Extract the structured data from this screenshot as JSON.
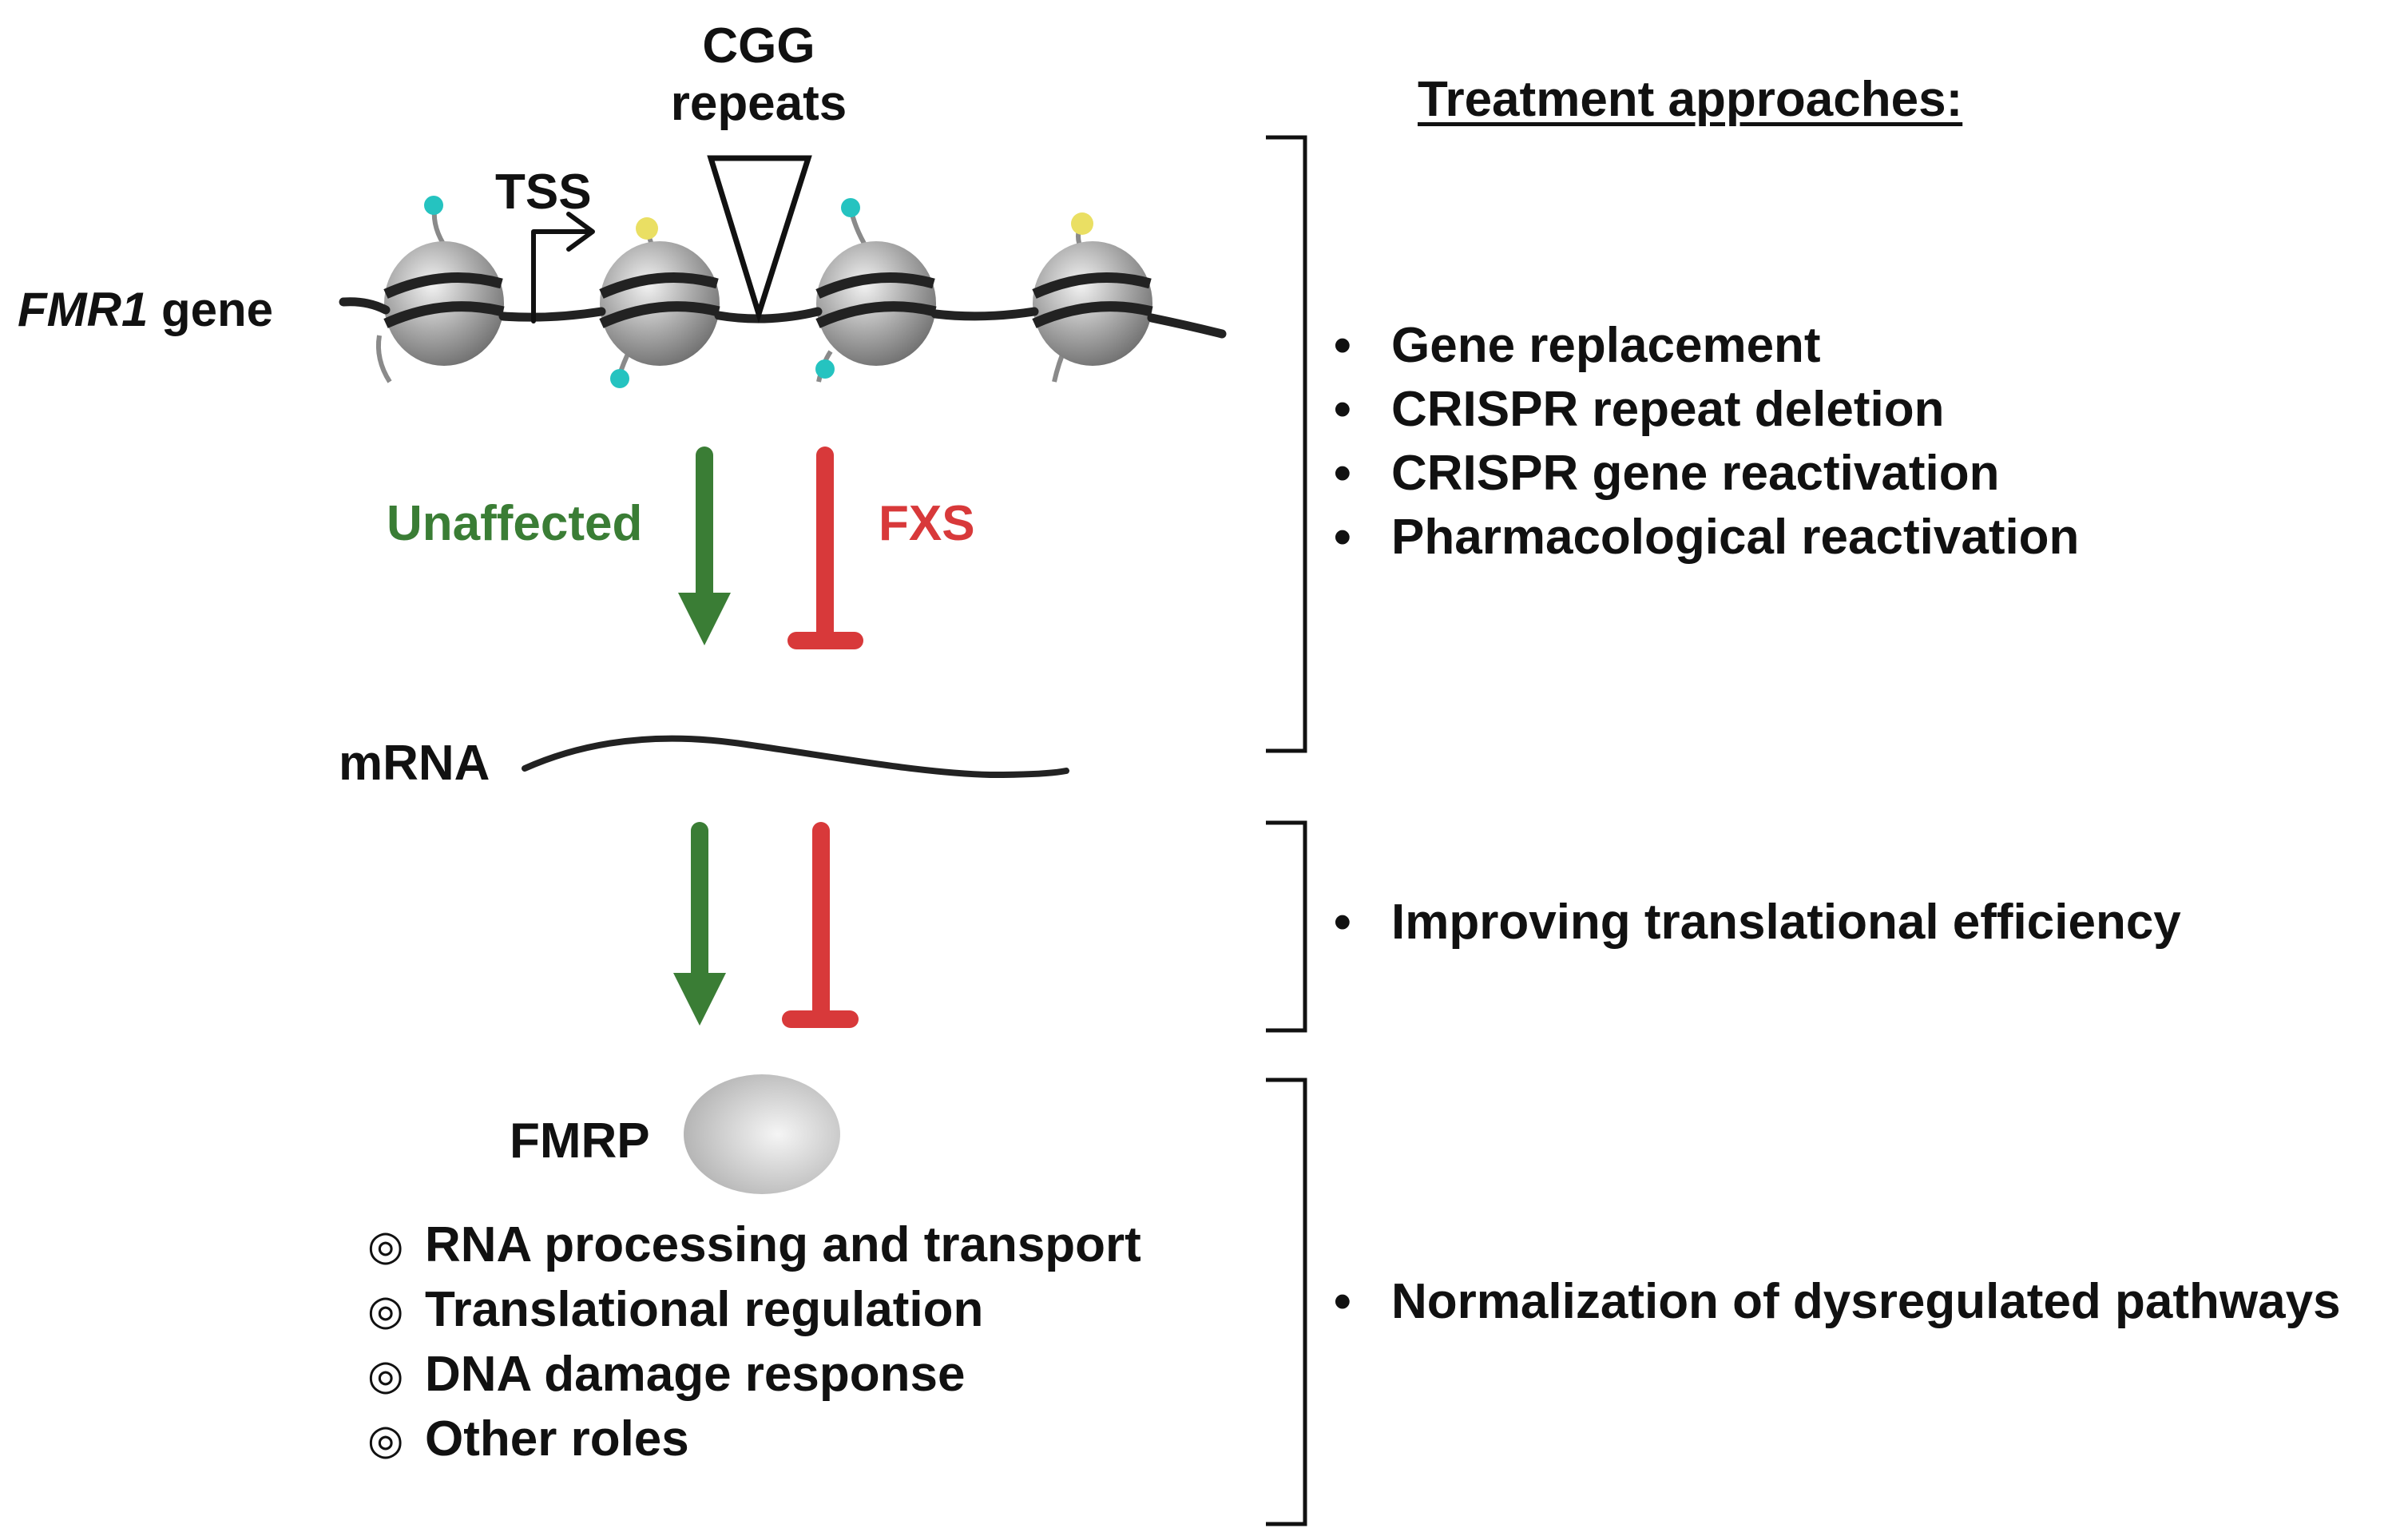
{
  "gene": {
    "name_italic": "FMR1",
    "name_rest": " gene",
    "tss": "TSS",
    "repeats_line1": "CGG",
    "repeats_line2": "repeats"
  },
  "pathway": {
    "unaffected": "Unaffected",
    "fxs": "FXS",
    "mrna": "mRNA",
    "fmrp": "FMRP"
  },
  "fmrp_roles": [
    "RNA processing and transport",
    "Translational regulation",
    "DNA damage response",
    "Other roles"
  ],
  "treatment": {
    "title": "Treatment approaches:",
    "group1": [
      "Gene replacement",
      "CRISPR repeat deletion",
      "CRISPR gene reactivation",
      "Pharmacological reactivation"
    ],
    "group2": [
      "Improving translational efficiency"
    ],
    "group3": [
      "Normalization of dysregulated pathways"
    ]
  },
  "colors": {
    "green": "#3a7d35",
    "red": "#d8393a",
    "teal_mark": "#25c3c0",
    "yellow_mark": "#eadf63",
    "nucleosome_gray": "#9a9a9a",
    "fmrp_gray": "#c8c8c8"
  }
}
